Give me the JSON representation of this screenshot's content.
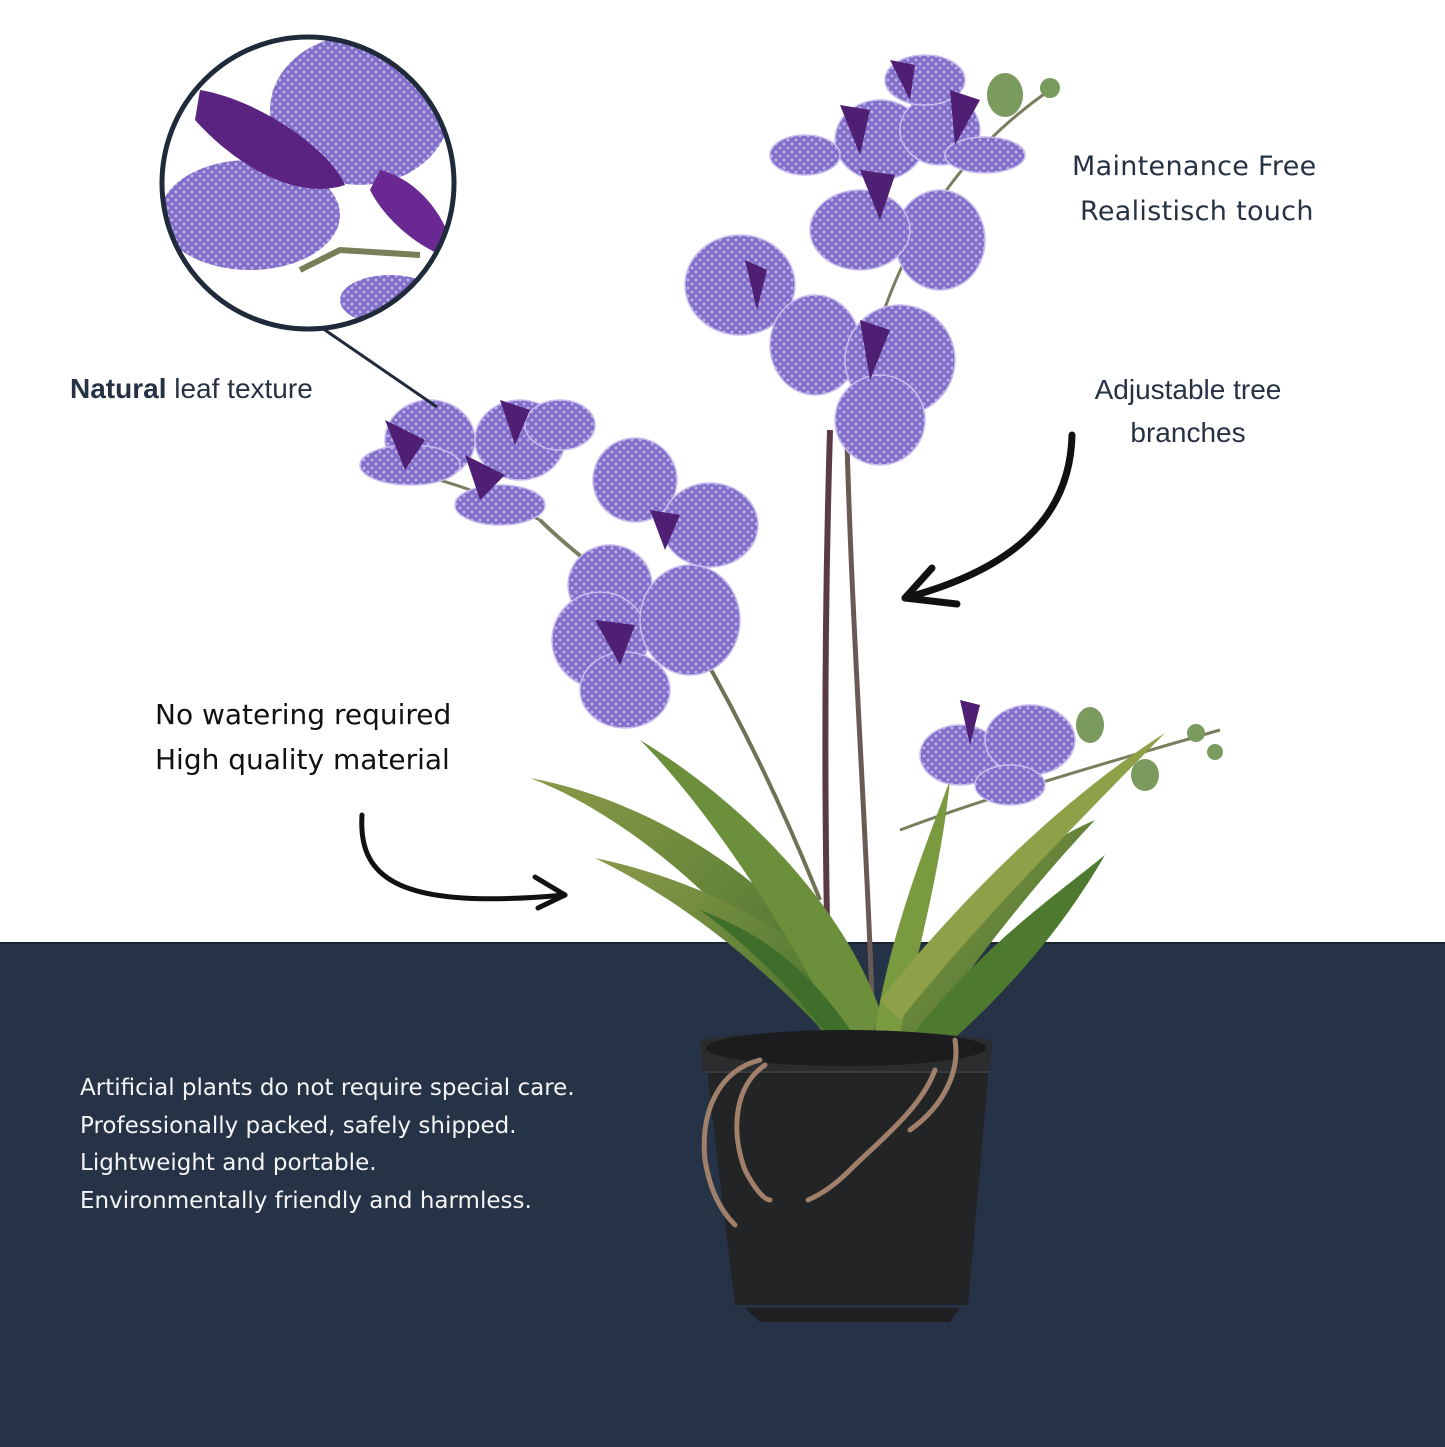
{
  "colors": {
    "background": "#ffffff",
    "band": "#263246",
    "text_dark": "#263244",
    "text_light": "#f3f4f6",
    "petal": "#7a62c4",
    "petal_dark": "#4a1e6e",
    "leaf": "#5f8a3a",
    "pot": "#222324"
  },
  "features": {
    "top_right": [
      "Maintenance Free",
      "Realistisch touch"
    ],
    "natural": {
      "bold": "Natural",
      "rest": " leaf texture"
    },
    "adjustable": [
      "Adjustable tree",
      "branches"
    ],
    "watering": [
      "No watering required",
      "High quality material"
    ]
  },
  "bottom_list": [
    "Artificial plants do not require special care.",
    "Professionally packed, safely shipped.",
    "Lightweight and portable.",
    "Environmentally friendly and harmless."
  ],
  "icons": {
    "zoom_circle": "magnifier-detail-circle",
    "arrow_adjustable": "curved-arrow-left",
    "arrow_watering": "curved-arrow-right"
  }
}
